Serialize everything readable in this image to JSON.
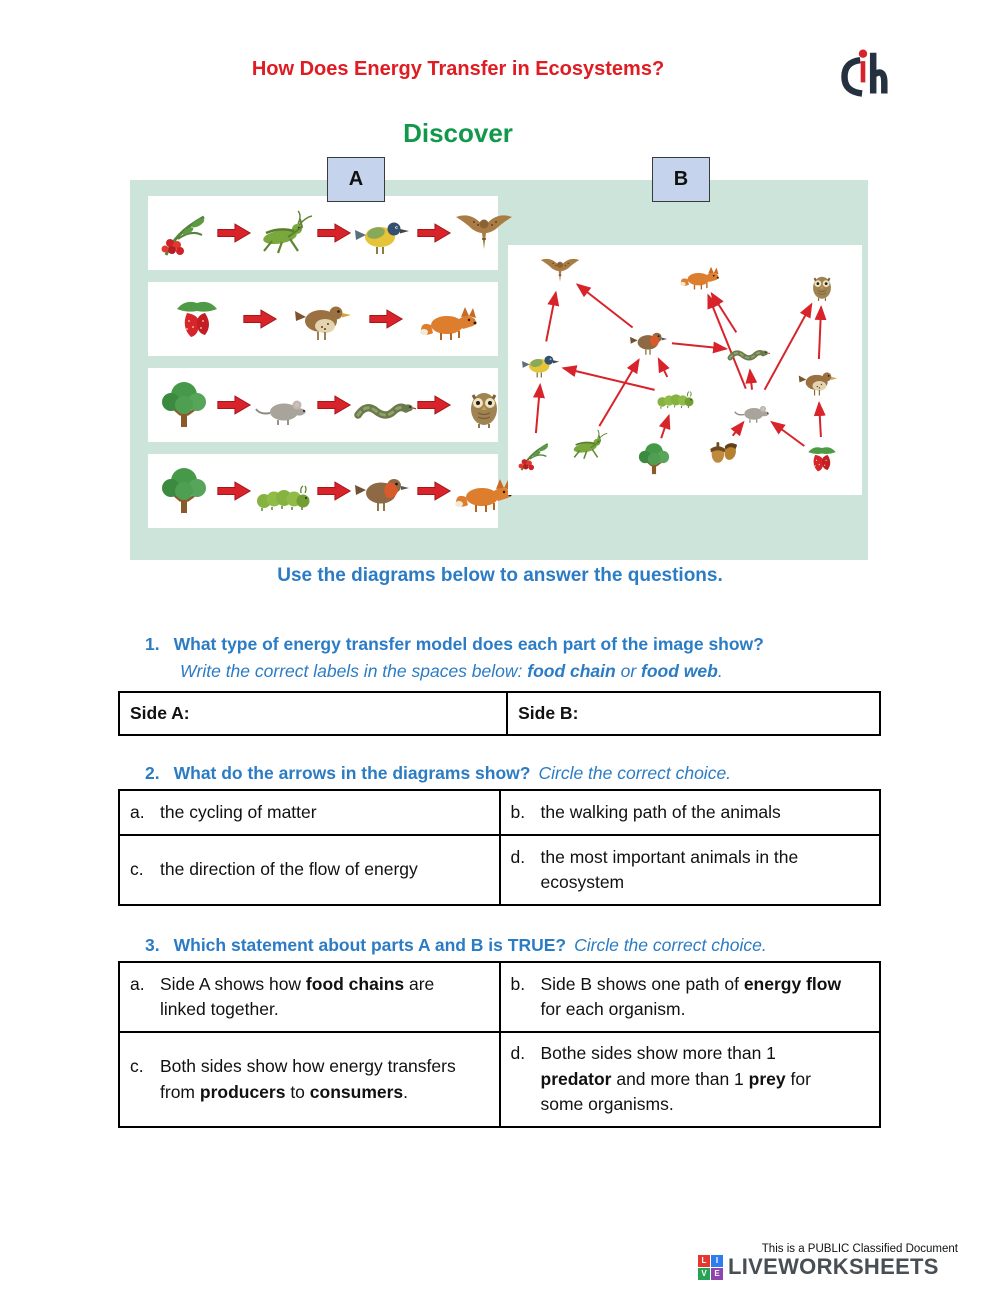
{
  "header": {
    "title": "How Does Energy Transfer in Ecosystems?"
  },
  "section_heading": "Discover",
  "diagram": {
    "label_a": "A",
    "label_b": "B",
    "panel_color": "#cde4da",
    "arrow_color": "#d8232a",
    "chains": [
      [
        "rowan",
        "grasshopper",
        "tit",
        "kestrel"
      ],
      [
        "strawberry",
        "thrush",
        "fox"
      ],
      [
        "tree",
        "mouse",
        "snake",
        "owl"
      ],
      [
        "tree",
        "caterpillar",
        "robin",
        "fox"
      ]
    ],
    "web": {
      "organisms": [
        "kestrel",
        "fox",
        "owl",
        "robin",
        "snake",
        "tit",
        "thrush",
        "caterpillar",
        "mouse",
        "rowan",
        "grasshopper",
        "tree",
        "acorn",
        "strawberry"
      ],
      "links": [
        [
          "rowan",
          "tit"
        ],
        [
          "tree",
          "caterpillar"
        ],
        [
          "acorn",
          "mouse"
        ],
        [
          "strawberry",
          "mouse"
        ],
        [
          "strawberry",
          "thrush"
        ],
        [
          "grasshopper",
          "robin"
        ],
        [
          "caterpillar",
          "robin"
        ],
        [
          "caterpillar",
          "tit"
        ],
        [
          "mouse",
          "snake"
        ],
        [
          "mouse",
          "owl"
        ],
        [
          "mouse",
          "fox"
        ],
        [
          "robin",
          "kestrel"
        ],
        [
          "tit",
          "kestrel"
        ],
        [
          "robin",
          "snake"
        ],
        [
          "snake",
          "fox"
        ],
        [
          "thrush",
          "owl"
        ]
      ]
    }
  },
  "instruction": "Use the diagrams below to answer the questions.",
  "q1": {
    "number": "1.",
    "prompt": "What type of energy transfer model does each part of the image show?",
    "sub": [
      {
        "t": "Write the correct labels in the spaces below: "
      },
      {
        "t": "food chain",
        "b": true
      },
      {
        "t": " or "
      },
      {
        "t": "food web",
        "b": true
      },
      {
        "t": "."
      }
    ],
    "side_a_label": "Side A:",
    "side_b_label": "Side B:"
  },
  "q2": {
    "number": "2.",
    "prompt": "What do the arrows in the diagrams show?",
    "sub": [
      {
        "t": "Circle the correct choice."
      }
    ],
    "options": [
      {
        "letter": "a.",
        "segments": [
          {
            "t": "the cycling of matter"
          }
        ]
      },
      {
        "letter": "b.",
        "segments": [
          {
            "t": "the walking path of the animals"
          }
        ]
      },
      {
        "letter": "c.",
        "segments": [
          {
            "t": "the direction of the flow of energy"
          }
        ]
      },
      {
        "letter": "d.",
        "segments": [
          {
            "t": "the most important animals in the ecosystem"
          }
        ]
      }
    ]
  },
  "q3": {
    "number": "3.",
    "prompt": "Which statement about parts A and B is TRUE?",
    "sub": [
      {
        "t": "Circle the correct choice."
      }
    ],
    "options": [
      {
        "letter": "a.",
        "segments": [
          {
            "t": "Side A shows how "
          },
          {
            "t": "food chains",
            "b": true
          },
          {
            "t": " are linked together."
          }
        ]
      },
      {
        "letter": "b.",
        "segments": [
          {
            "t": "Side B shows one path of "
          },
          {
            "t": "energy flow",
            "b": true
          },
          {
            "t": " for each organism."
          }
        ]
      },
      {
        "letter": "c.",
        "segments": [
          {
            "t": "Both sides show how energy transfers from "
          },
          {
            "t": "producers",
            "b": true
          },
          {
            "t": " to "
          },
          {
            "t": "consumers",
            "b": true
          },
          {
            "t": "."
          }
        ]
      },
      {
        "letter": "d.",
        "segments": [
          {
            "t": "Bothe sides show more than 1 "
          },
          {
            "t": "predator",
            "b": true
          },
          {
            "t": " and more than 1 "
          },
          {
            "t": "prey",
            "b": true
          },
          {
            "t": " for some organisms."
          }
        ]
      }
    ]
  },
  "footer": {
    "classification": "This is a PUBLIC Classified Document",
    "brand": "LIVEWORKSHEETS",
    "badge": [
      {
        "letter": "L",
        "color": "#e4372e"
      },
      {
        "letter": "I",
        "color": "#2e7df0"
      },
      {
        "letter": "V",
        "color": "#27a355"
      },
      {
        "letter": "E",
        "color": "#8e44ad"
      }
    ]
  }
}
